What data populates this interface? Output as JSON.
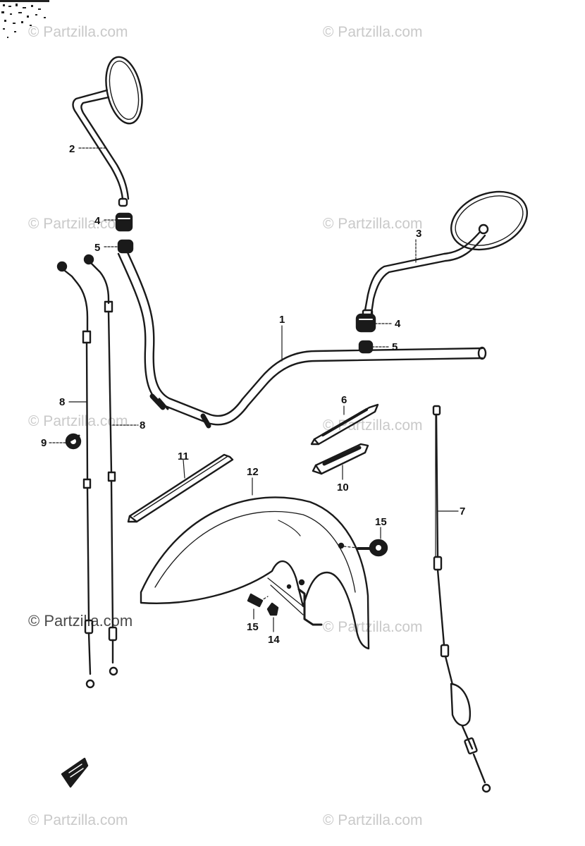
{
  "watermark": "© Partzilla.com",
  "watermark_dark": "© Partzilla.com",
  "callouts": {
    "handlebar": "1",
    "mirror_right": "3",
    "mirror_left": "2",
    "nut_left": "4",
    "nut_right": "4",
    "washer_left": "5",
    "washer_right": "5",
    "cable_throttle_a": "8",
    "cable_throttle_b": "8",
    "cable_adjuster": "9",
    "strap_small": "6",
    "bracket_10": "10",
    "strap_11": "11",
    "fender": "12",
    "nut_14": "14",
    "bolt_15_left": "15",
    "bolt_15_right": "15",
    "cable_clutch": "7"
  },
  "colors": {
    "ink": "#1a1a1a",
    "watermark": "#c9c9c9"
  }
}
